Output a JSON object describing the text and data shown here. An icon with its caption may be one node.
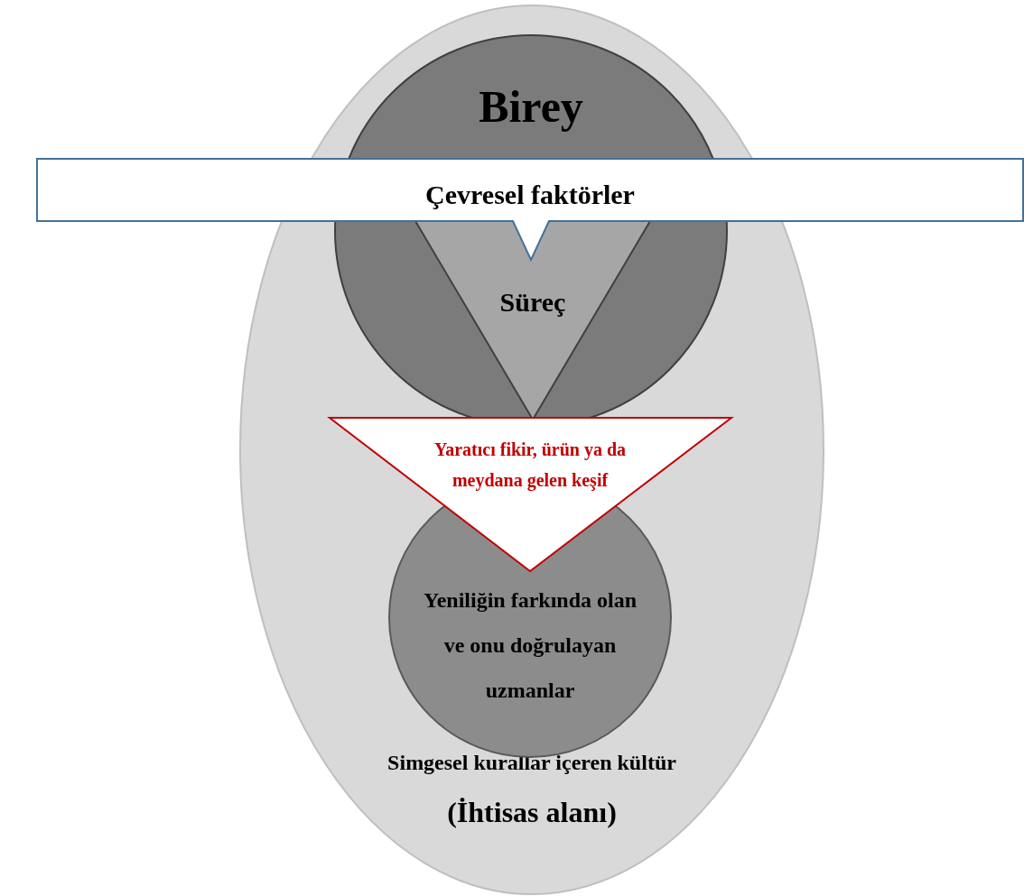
{
  "diagram": {
    "nodes": [
      {
        "text": [
          "Simgesel kurallar içeren kültür",
          "(İhtisas alanı)"
        ]
      },
      {
        "text": [
          "Birey"
        ],
        "in": 0
      },
      {
        "text": [
          "Süreç"
        ],
        "in": 1
      },
      {
        "text": [
          "Çevresel faktörler"
        ]
      },
      {
        "text": [
          "Yaratıcı fikir, ürün ya da meydana gelen keşif"
        ],
        "in": 0
      },
      {
        "text": [
          "Yeniliğin farkında olan ve onu doğrulayan uzmanlar"
        ],
        "in": 0
      }
    ]
  }
}
